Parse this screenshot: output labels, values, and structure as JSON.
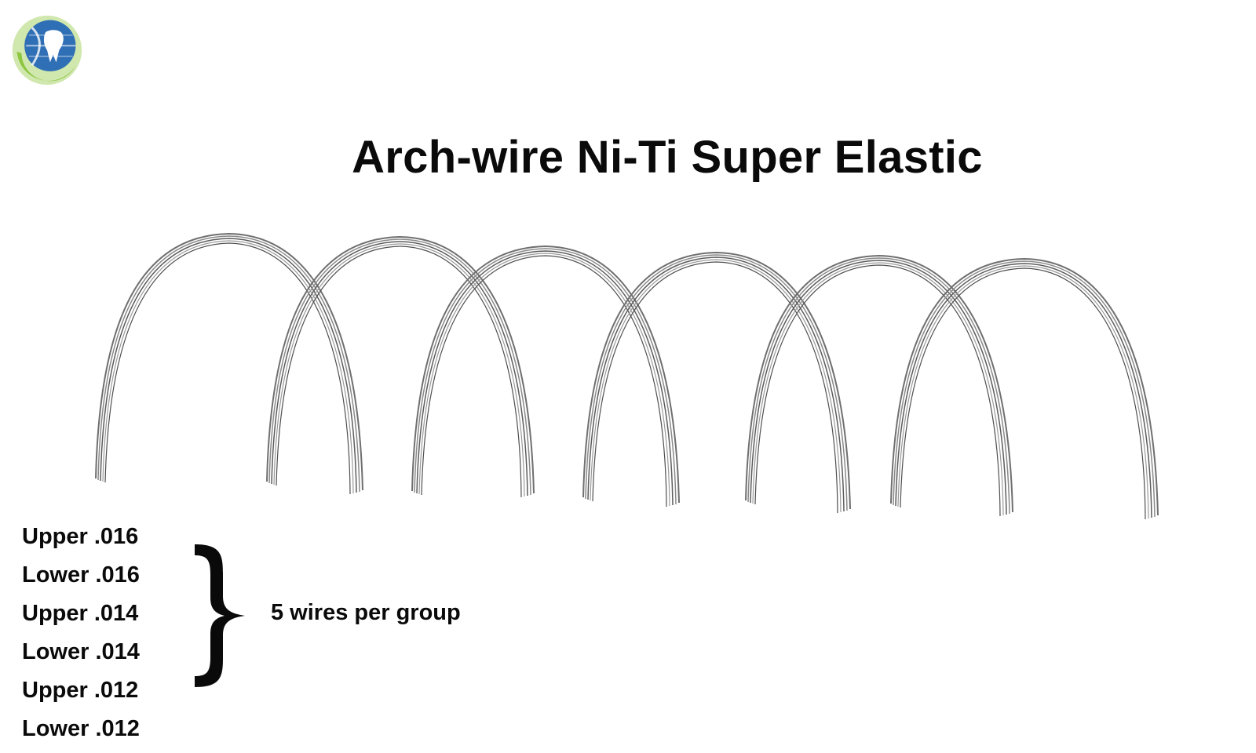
{
  "title": "Arch-wire Ni-Ti Super Elastic",
  "wire_sizes": [
    "Upper .016",
    "Lower .016",
    "Upper .014",
    "Lower .014",
    "Upper .012",
    "Lower .012"
  ],
  "group_note": "5 wires per group",
  "colors": {
    "text": "#0a0a0a",
    "wire": "#6f6f6f",
    "logo_blue": "#2f6fb5",
    "logo_green": "#8cc63f"
  }
}
